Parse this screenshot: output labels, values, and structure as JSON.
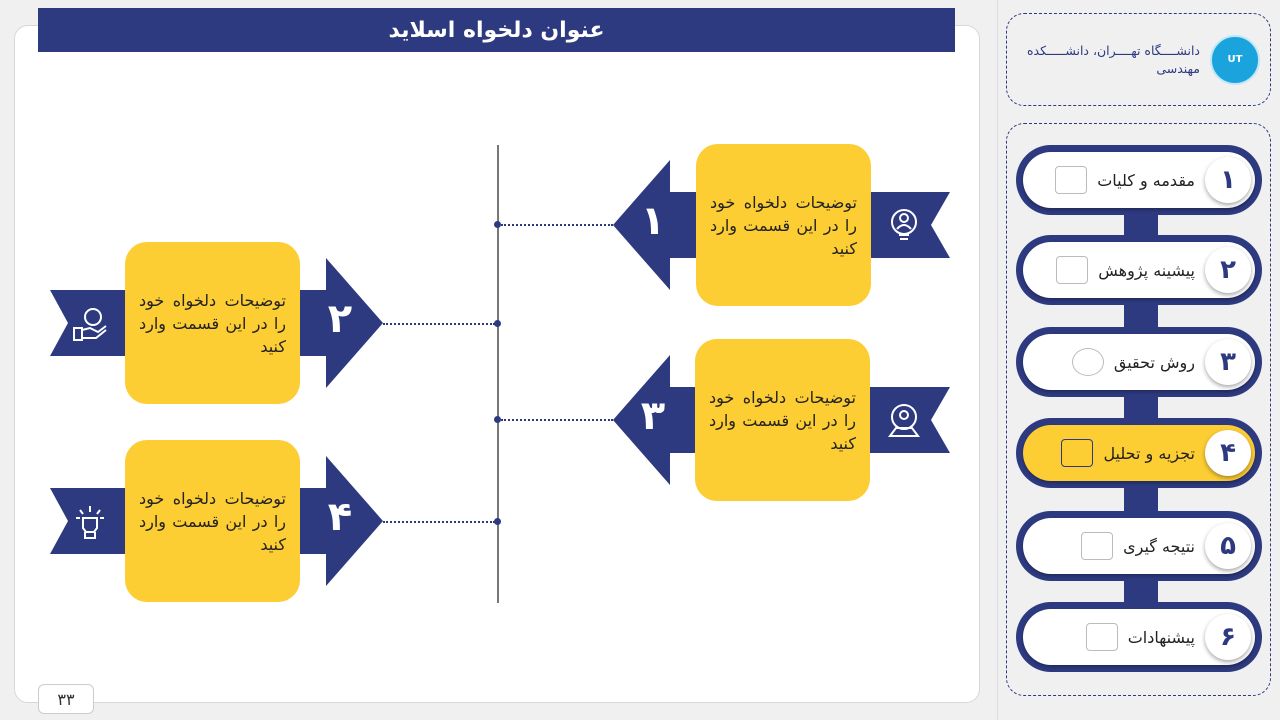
{
  "slide": {
    "title": "عنوان دلخواه اسلاید",
    "page_number": "۳۳"
  },
  "items": [
    {
      "number": "۱",
      "text": "توضیحات دلخواه خود را در این قسمت وارد کنید",
      "icon": "lightbulb-person-icon"
    },
    {
      "number": "۲",
      "text": "توضیحات دلخواه خود را در این قسمت وارد کنید",
      "icon": "money-hand-icon"
    },
    {
      "number": "۳",
      "text": "توضیحات دلخواه خود را در این قسمت وارد کنید",
      "icon": "location-person-icon"
    },
    {
      "number": "۴",
      "text": "توضیحات دلخواه خود را در این قسمت وارد کنید",
      "icon": "raised-fist-icon"
    }
  ],
  "sidebar": {
    "university": "دانشــــگاه تهــــران، دانشـــــکده مهندسی",
    "nav": [
      {
        "number": "۱",
        "label": "مقدمه و کلیات"
      },
      {
        "number": "۲",
        "label": "پیشینه پژوهش"
      },
      {
        "number": "۳",
        "label": "روش تحقیق"
      },
      {
        "number": "۴",
        "label": "تجزیه و تحلیل",
        "active": true
      },
      {
        "number": "۵",
        "label": "نتیجه گیری"
      },
      {
        "number": "۶",
        "label": "پیشنهادات"
      }
    ]
  },
  "colors": {
    "navy": "#2e3a80",
    "yellow": "#fdcd34"
  }
}
